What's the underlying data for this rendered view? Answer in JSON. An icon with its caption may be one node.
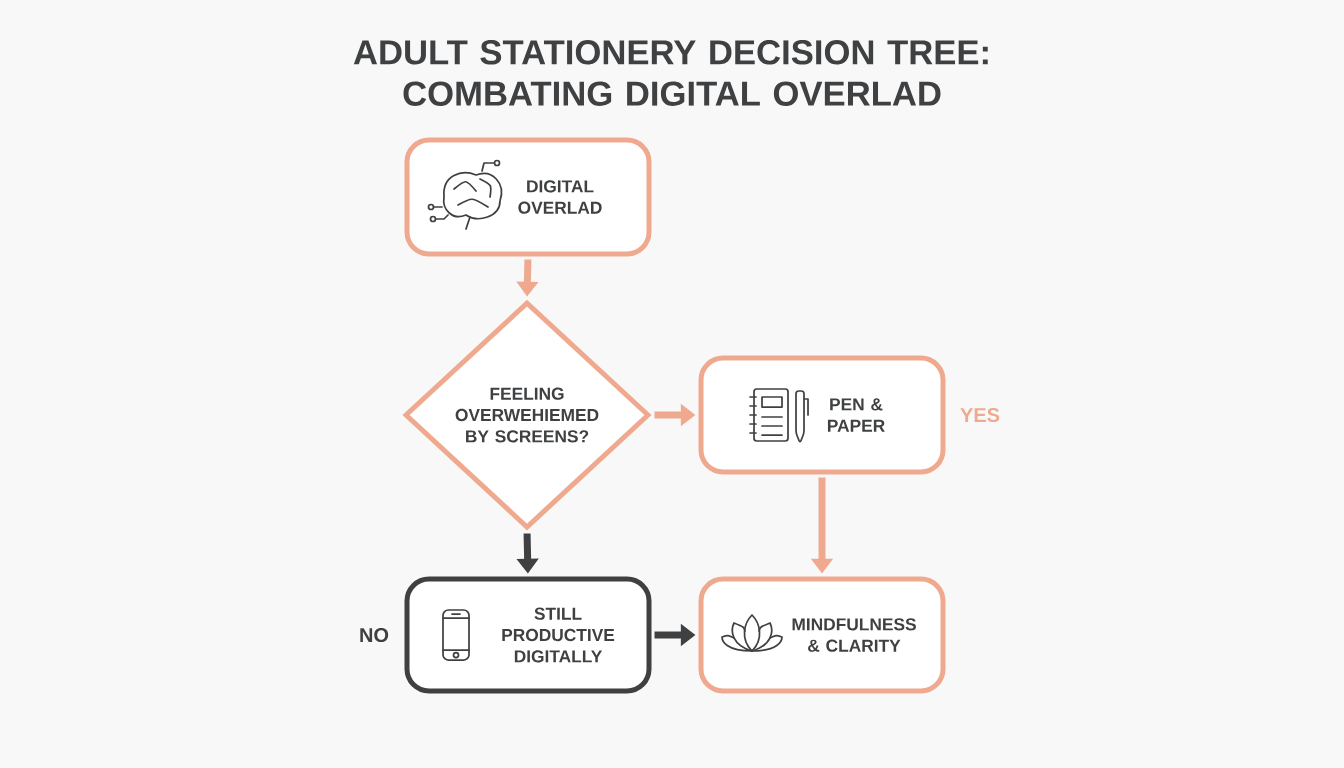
{
  "diagram": {
    "title": "ADULT STATIONERY DECISION TREE: COMBATING DIGITAL OVERLAD",
    "nodes": [
      {
        "text": [
          "DIGITAL OVERLAD"
        ]
      },
      {
        "text": [
          "FEELING OVERWEHIEMED BY SCREENS?"
        ]
      },
      {
        "text": [
          "PEN & PAPER"
        ],
        "beside": [
          "YES"
        ]
      },
      {
        "text": [
          "STILL PRODUCTIVE DIGITALLY"
        ],
        "beside": [
          "NO"
        ]
      },
      {
        "text": [
          "MINDFULNESS & CLARITY"
        ]
      }
    ],
    "edges": [
      {
        "from": 0,
        "to": 1,
        "arrow": "to"
      },
      {
        "from": 1,
        "to": 2,
        "arrow": "to"
      },
      {
        "from": 1,
        "to": 3,
        "arrow": "to",
        "color": "#3f4042"
      },
      {
        "from": 2,
        "to": 4,
        "arrow": "to"
      },
      {
        "from": 3,
        "to": 4,
        "arrow": "to",
        "color": "#3f4042"
      }
    ]
  }
}
